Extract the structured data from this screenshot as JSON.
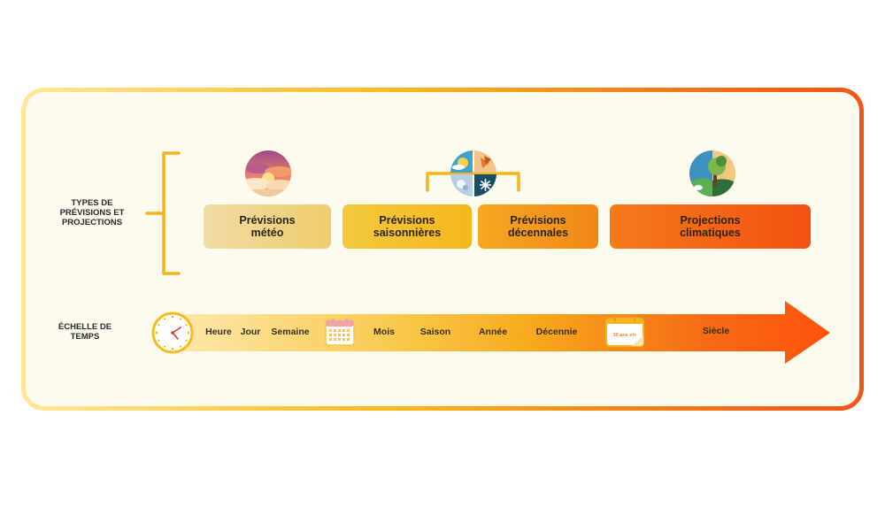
{
  "rows": {
    "types_label": "TYPES DE\nPRÉVISIONS ET\nPROJECTIONS",
    "scale_label": "ÉCHELLE DE\nTEMPS"
  },
  "forecast_types": [
    {
      "label": "Prévisions\nmétéo",
      "icon": "sunset-clouds-icon",
      "color": "#efd38a"
    },
    {
      "label": "Prévisions\nsaisonnières",
      "icon": "four-seasons-icon",
      "color": "#f6bd2a"
    },
    {
      "label": "Prévisions\ndécennales",
      "icon": "four-seasons-icon",
      "color": "#f49519"
    },
    {
      "label": "Projections\nclimatiques",
      "icon": "half-tree-landscape-icon",
      "color": "#f45a16"
    }
  ],
  "timescale": {
    "ticks": [
      "Heure",
      "Jour",
      "Semaine",
      "Mois",
      "Saison",
      "Année",
      "Décennie",
      "Siècle"
    ],
    "icons": [
      "clock-icon",
      "calendar-icon",
      "calendar-30-years-icon"
    ],
    "badge_text": "30 ans et+"
  },
  "colors": {
    "frame_start": "#ffe79a",
    "frame_end": "#f05514",
    "accent_yellow": "#f3b51b",
    "arrow_end": "#ff5a0f"
  }
}
